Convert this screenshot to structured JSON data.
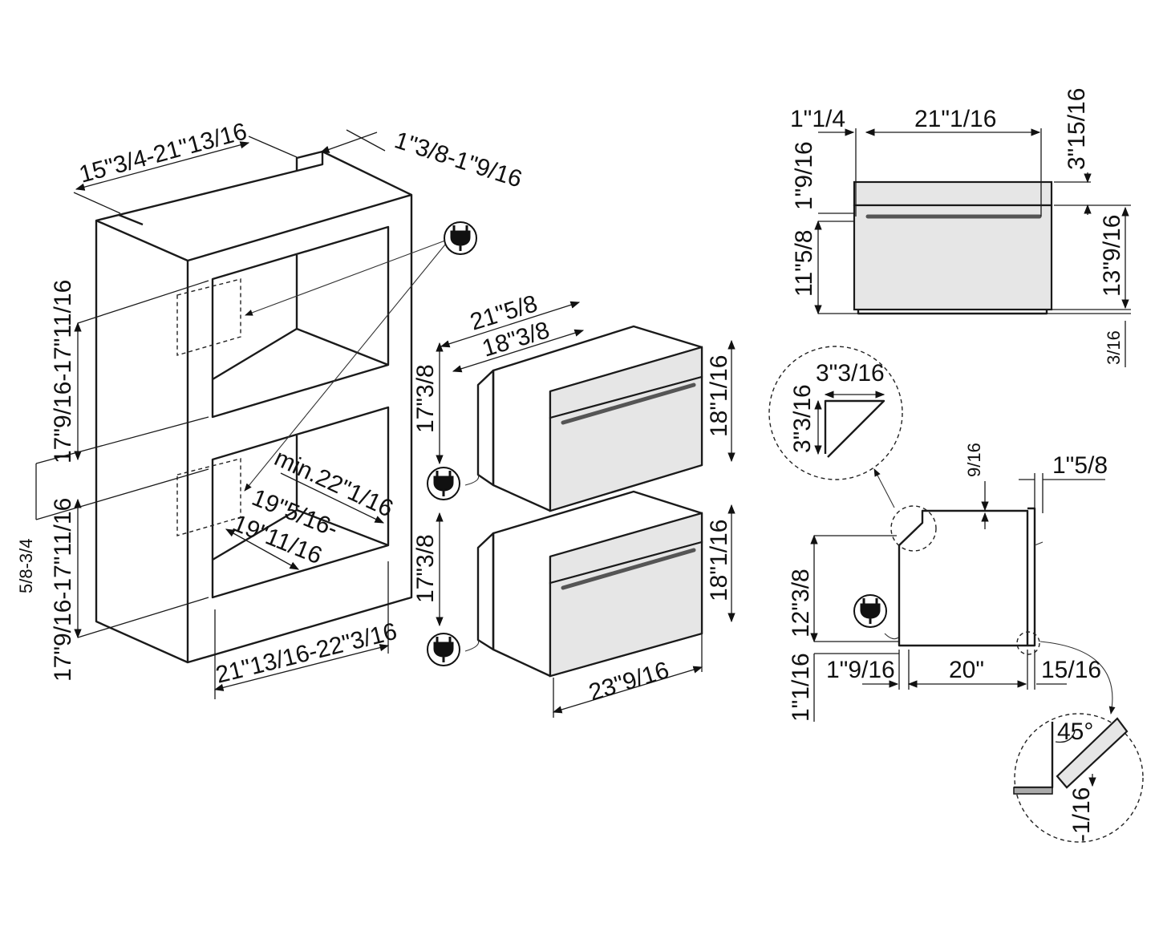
{
  "labels": {
    "cab_width": "15\"3/4-21\"13/16",
    "cab_depth_offset": "1\"3/8-1\"9/16",
    "upper_opening_h": "17\"9/16-17\"11/16",
    "lower_opening_h": "17\"9/16-17\"11/16",
    "gap": "5/8-3/4",
    "min_depth": "min.22\"1/16",
    "depth_a": "19\"5/16-",
    "depth_b": "19\"11/16",
    "cutout_width": "21\"13/16-22\"3/16",
    "oven_width_outer": "21\"5/8",
    "oven_width_inner": "18\"3/8",
    "oven_body_h_upper": "17\"3/8",
    "oven_front_h_upper": "18\"1/16",
    "oven_body_h_lower": "17\"3/8",
    "oven_front_h_lower": "18\"1/16",
    "oven_front_width": "23\"9/16",
    "front_side": "1\"1/4",
    "front_width": "21\"1/16",
    "front_top": "3\"15/16",
    "front_band": "1\"9/16",
    "front_h": "13\"9/16",
    "front_door_h": "11\"5/8",
    "front_bottom": "3/16",
    "detail_w": "3\"3/16",
    "detail_h": "3\"3/16",
    "side_top": "9/16",
    "side_door": "1\"5/8",
    "side_h": "12\"3/8",
    "side_bottom": "1\"1/16",
    "side_back": "1\"9/16",
    "side_depth": "20\"",
    "side_front": "15/16",
    "angle": "45°",
    "angle_offset": "-1/16"
  }
}
